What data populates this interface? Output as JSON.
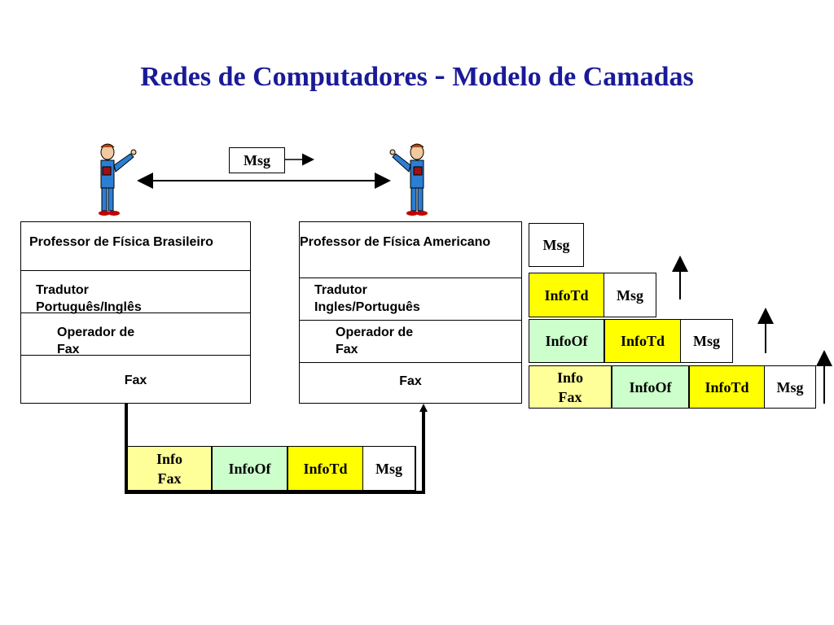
{
  "title": {
    "part1": "Redes de Computadores",
    "dash": "-",
    "part2": "Modelo de Camadas"
  },
  "message_box": "Msg",
  "left_stack": {
    "layers": [
      "Professor de Física Brasileiro",
      "Tradutor\nPortuguês/Inglês",
      "Operador de\nFax",
      "Fax"
    ]
  },
  "right_stack": {
    "layers": [
      "Professor de Física Americano",
      "Tradutor\nIngles/Português",
      "Operador de\nFax",
      "Fax"
    ]
  },
  "bottom_packet": [
    "Info\nFax",
    "InfoOf",
    "InfoTd",
    "Msg"
  ],
  "encapsulation": {
    "row1": [
      "Msg"
    ],
    "row2": [
      "InfoTd",
      "Msg"
    ],
    "row3": [
      "InfoOf",
      "InfoTd",
      "Msg"
    ],
    "row4": [
      "Info\nFax",
      "InfoOf",
      "InfoTd",
      "Msg"
    ]
  },
  "colors": {
    "title": "#1a1a99",
    "info_fax": "#ffff99",
    "info_of": "#ccffcc",
    "info_td": "#ffff00"
  },
  "icons": [
    "teacher-brazil-icon",
    "teacher-usa-icon"
  ]
}
